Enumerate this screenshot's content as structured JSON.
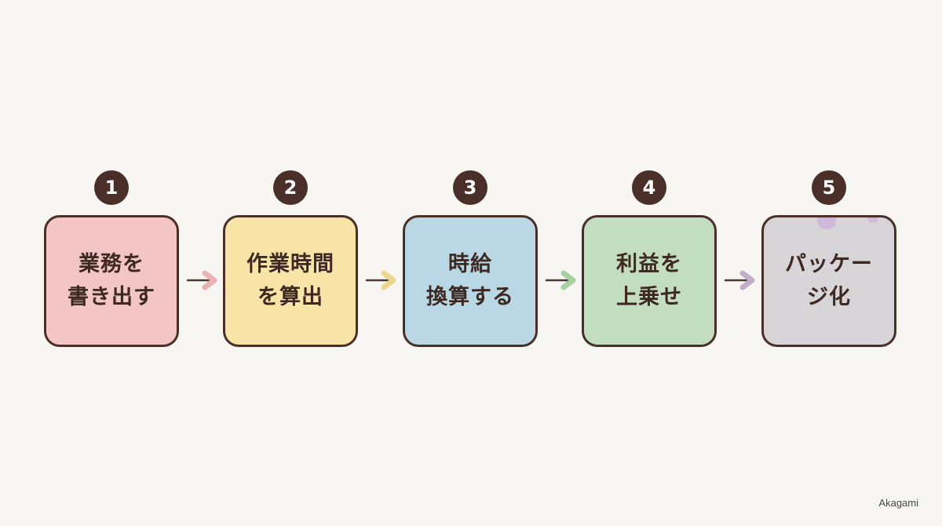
{
  "steps": [
    {
      "number": "1",
      "lines": [
        "業務を",
        "書き出す"
      ],
      "fill": "#f3c6c5",
      "arrow_color": "#eab2b3"
    },
    {
      "number": "2",
      "lines": [
        "作業時間",
        "を算出"
      ],
      "fill": "#f9e4a8",
      "arrow_color": "#ecd68d"
    },
    {
      "number": "3",
      "lines": [
        "時給",
        "換算する"
      ],
      "fill": "#bad7e5",
      "arrow_color": "#a9cfa0"
    },
    {
      "number": "4",
      "lines": [
        "利益を",
        "上乗せ"
      ],
      "fill": "#c3ddc0",
      "arrow_color": "#c2aec8"
    },
    {
      "number": "5",
      "lines": [
        "パッケー",
        "ジ化"
      ],
      "fill": "#d8d5d9",
      "arrow_color": null
    }
  ],
  "colors": {
    "background": "#f8f6f3",
    "outline": "#4a2f28",
    "text": "#3d2822",
    "arrow_stroke": "#4a3a34"
  },
  "watermark": "Akagami"
}
